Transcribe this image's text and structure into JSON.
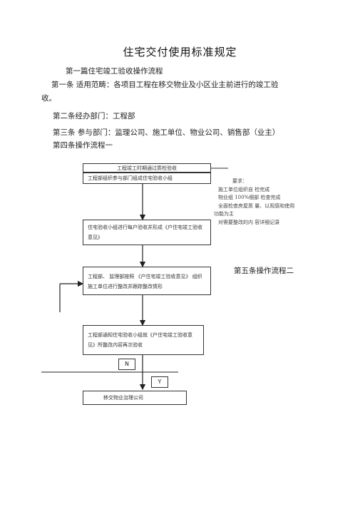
{
  "document": {
    "title": "住宅交付使用标准规定",
    "section_heading": "第一篇住宅竣工验收操作流程",
    "article1_line1": "第一条  适用范畴：各项目工程在移交物业及小区业主前进行的竣工验",
    "article1_line2": "收。",
    "article2": "第二条经办部门：工程部",
    "article3": "第三条  参与部门：监理公司、施工单位、物业公司、销售部（业主）",
    "article4": "第四条操作流程一",
    "article5": "第五条操作流程二"
  },
  "flowchart": {
    "header_box": "工程竣工时期通过质检验收",
    "step1": "工程部组织参与部门组成住宅验收小组",
    "step2": "住宅验收小组进行每户验收并形成《户住宅竣工验收意见》",
    "step3": "工程部、 监理部按照 《户住宅竣工验收意见》 组织施工单位进行整改并跟踪整改情形",
    "step4": "工程部通知住宅验收小组就《户住宅竣工验收意见》所整改内容再次验收",
    "label_n": "N",
    "label_y": "Y",
    "step5": "移交物业治理公司",
    "requirements": {
      "title": "要求：",
      "lines": [
        "施工单位组织自  检完成",
        "物业组  100%细部  检查完成",
        "全面检查房屋质  量、以观感和使用",
        "功能为主",
        "对需要整改的内  容详细记录"
      ]
    }
  }
}
